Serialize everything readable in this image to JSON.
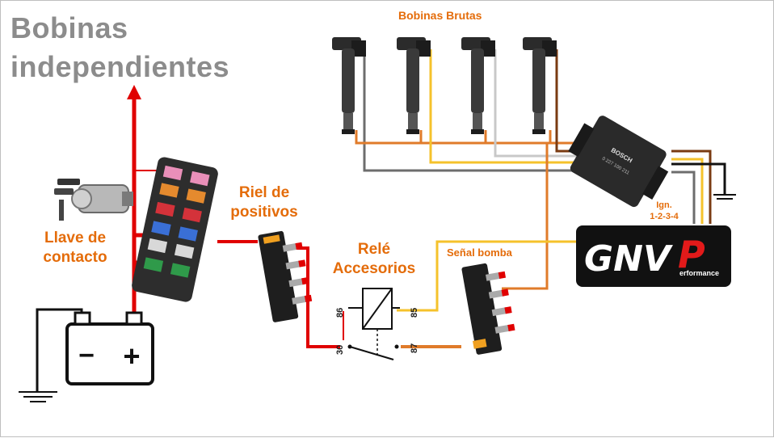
{
  "title": {
    "line1": "Bobinas",
    "line2": "independientes"
  },
  "labels": {
    "bobinas_brutas": "Bobinas Brutas",
    "riel_line1": "Riel de",
    "riel_line2": "positivos",
    "llave_line1": "Llave de",
    "llave_line2": "contacto",
    "rele_line1": "Relé",
    "rele_line2": "Accesorios",
    "senal_bomba": "Señal bomba",
    "ign_line1": "Ign.",
    "ign_line2": "1-2-3-4"
  },
  "relay_pins": {
    "p86": "86",
    "p85": "85",
    "p30": "30",
    "p87": "87"
  },
  "battery": {
    "minus": "−",
    "plus": "+"
  },
  "logo": {
    "main": "GNV",
    "p_letter": "P",
    "sub": "erformance"
  },
  "module": {
    "brand": "BOSCH",
    "code": "0 227 100 211"
  },
  "colors": {
    "label": "#e46c0a",
    "title": "#8c8c8c",
    "power": "#e00000",
    "wire_orange": "#e07b2a",
    "wire_yellow": "#f5c22b"
  }
}
